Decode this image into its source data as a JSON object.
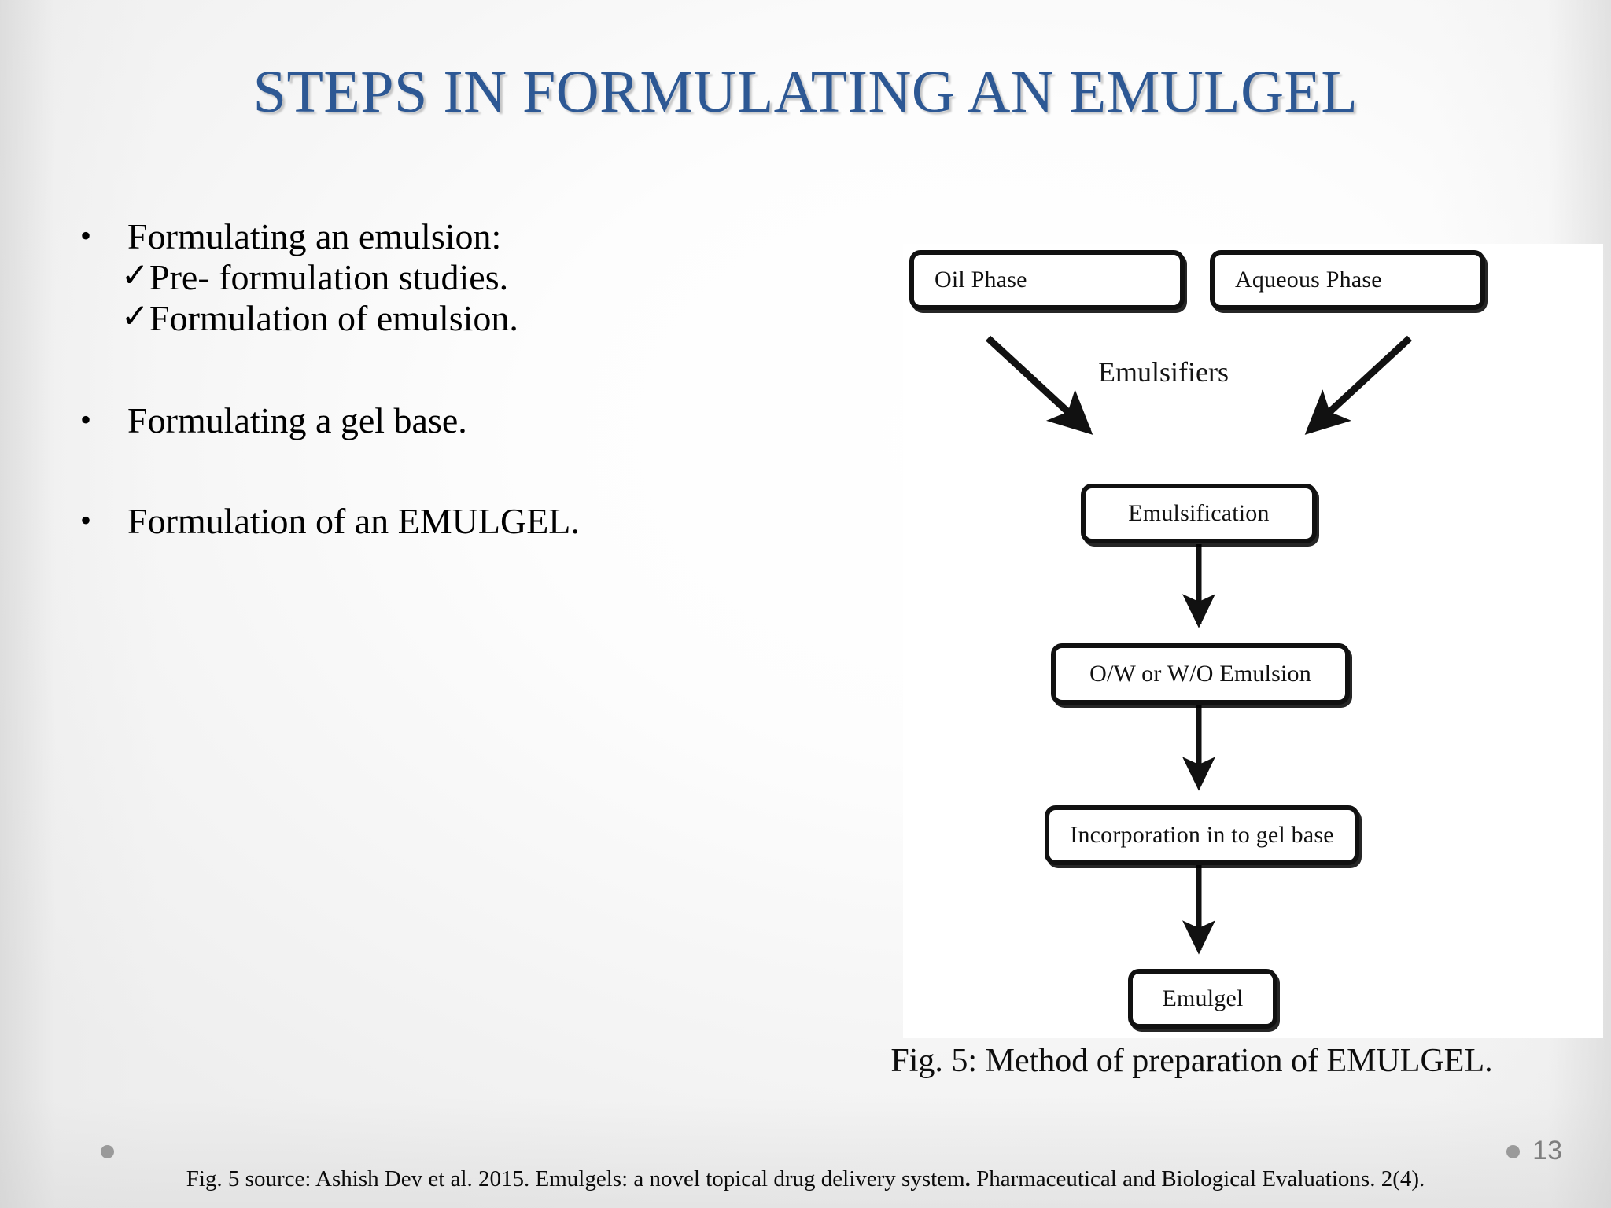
{
  "slide": {
    "title": "STEPS IN FORMULATING AN EMULGEL",
    "title_color": "#2d5894",
    "page_number": "13"
  },
  "bullets": [
    {
      "level": 1,
      "marker": "•",
      "text": "Formulating an emulsion:"
    },
    {
      "level": 2,
      "marker": "✓",
      "text": "Pre- formulation studies."
    },
    {
      "level": 2,
      "marker": "✓",
      "text": "Formulation of emulsion."
    },
    {
      "level": 1,
      "marker": "•",
      "text": "Formulating a gel base."
    },
    {
      "level": 1,
      "marker": "•",
      "text": "Formulation of an EMULGEL."
    }
  ],
  "figure": {
    "caption": "Fig. 5: Method of preparation of EMULGEL.",
    "nodes": {
      "oil_phase": "Oil Phase",
      "aqueous_phase": "Aqueous  Phase",
      "emulsifiers": "Emulsifiers",
      "emulsification": "Emulsification",
      "emulsion": "O/W or W/O Emulsion",
      "incorporation": "Incorporation in to gel base",
      "emulgel": "Emulgel"
    }
  },
  "footer": {
    "source_prefix": "Fig. 5 source: Ashish Dev et al. 2015. Emulgels: a novel topical drug delivery system",
    "source_bold_dot": ".",
    "source_suffix": " Pharmaceutical and Biological Evaluations. 2(4)."
  }
}
